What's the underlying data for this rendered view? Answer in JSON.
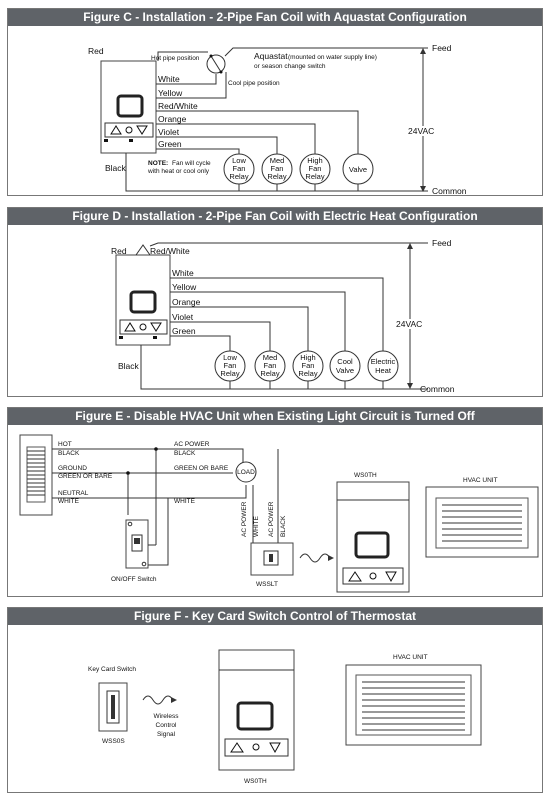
{
  "figC": {
    "title": "Figure C - Installation - 2-Pipe Fan Coil with Aquastat Configuration",
    "red": "Red",
    "black": "Black",
    "hot_pipe": "Hot pipe position",
    "cool_pipe": "Cool pipe position",
    "aquastat": "Aquastat",
    "aquastat_note1": "(mounted on water supply line)",
    "aquastat_note2": "or season change switch",
    "feed": "Feed",
    "common": "Common",
    "voltage": "24VAC",
    "wires": [
      "White",
      "Yellow",
      "Red/White",
      "Orange",
      "Violet",
      "Green"
    ],
    "note_bold": "NOTE:",
    "note_line1": "Fan will cycle",
    "note_line2": "with heat or cool only",
    "relays": [
      {
        "l1": "Low",
        "l2": "Fan",
        "l3": "Relay"
      },
      {
        "l1": "Med",
        "l2": "Fan",
        "l3": "Relay"
      },
      {
        "l1": "High",
        "l2": "Fan",
        "l3": "Relay"
      },
      {
        "l1": "Valve",
        "l2": "",
        "l3": ""
      }
    ]
  },
  "figD": {
    "title": "Figure D - Installation - 2-Pipe Fan Coil with Electric Heat Configuration",
    "red": "Red",
    "red_white": "Red/White",
    "black": "Black",
    "feed": "Feed",
    "common": "Common",
    "voltage": "24VAC",
    "wires": [
      "White",
      "Yellow",
      "Orange",
      "Violet",
      "Green"
    ],
    "relays": [
      {
        "l1": "Low",
        "l2": "Fan",
        "l3": "Relay"
      },
      {
        "l1": "Med",
        "l2": "Fan",
        "l3": "Relay"
      },
      {
        "l1": "High",
        "l2": "Fan",
        "l3": "Relay"
      },
      {
        "l1": "Cool",
        "l2": "Valve",
        "l3": ""
      },
      {
        "l1": "Electric",
        "l2": "Heat",
        "l3": ""
      }
    ]
  },
  "figE": {
    "title": "Figure E - Disable HVAC Unit when Existing Light Circuit is Turned Off",
    "hot": "HOT",
    "black1": "BLACK",
    "ground": "GROUND",
    "green_bare1": "GREEN OR BARE",
    "neutral": "NEUTRAL",
    "white1": "WHITE",
    "ac_power": "AC POWER",
    "black2": "BLACK",
    "green_bare2": "GREEN OR BARE",
    "white2": "WHITE",
    "load": "LOAD",
    "v_ac1": "AC POWER",
    "v_white": "WHITE",
    "v_ac2": "AC POWER",
    "v_black": "BLACK",
    "switch_label": "ON/OFF Switch",
    "wsslt": "WSSLT",
    "ws0th": "WS0TH",
    "hvac": "HVAC UNIT"
  },
  "figF": {
    "title": "Figure F - Key Card Switch Control of Thermostat",
    "key_card": "Key Card Switch",
    "wss0s": "WSS0S",
    "wireless1": "Wireless",
    "wireless2": "Control",
    "wireless3": "Signal",
    "ws0th": "WS0TH",
    "hvac": "HVAC UNIT"
  }
}
